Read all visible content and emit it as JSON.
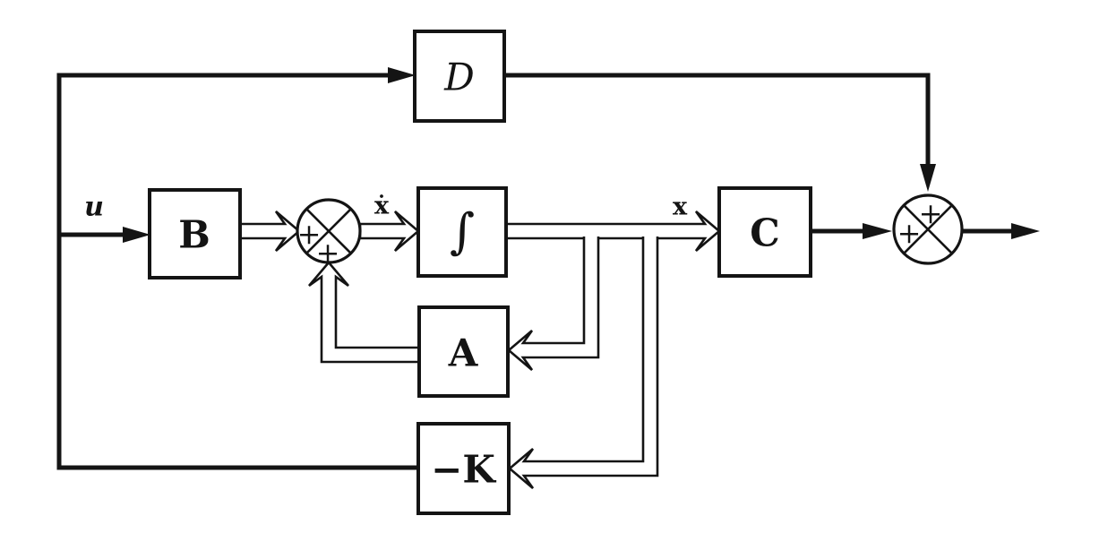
{
  "colors": {
    "background": "#ffffff",
    "ink": "#141414"
  },
  "blocks": {
    "d": "D",
    "b": "B",
    "integrator": "∫",
    "c": "C",
    "a": "A",
    "minus_k": "−K"
  },
  "signals": {
    "input": "u",
    "state_derivative": "ẋ",
    "state": "x"
  },
  "sum1": {
    "plus_left": "+",
    "plus_bottom": "+"
  },
  "sum2": {
    "plus_top": "+",
    "plus_left": "+"
  }
}
